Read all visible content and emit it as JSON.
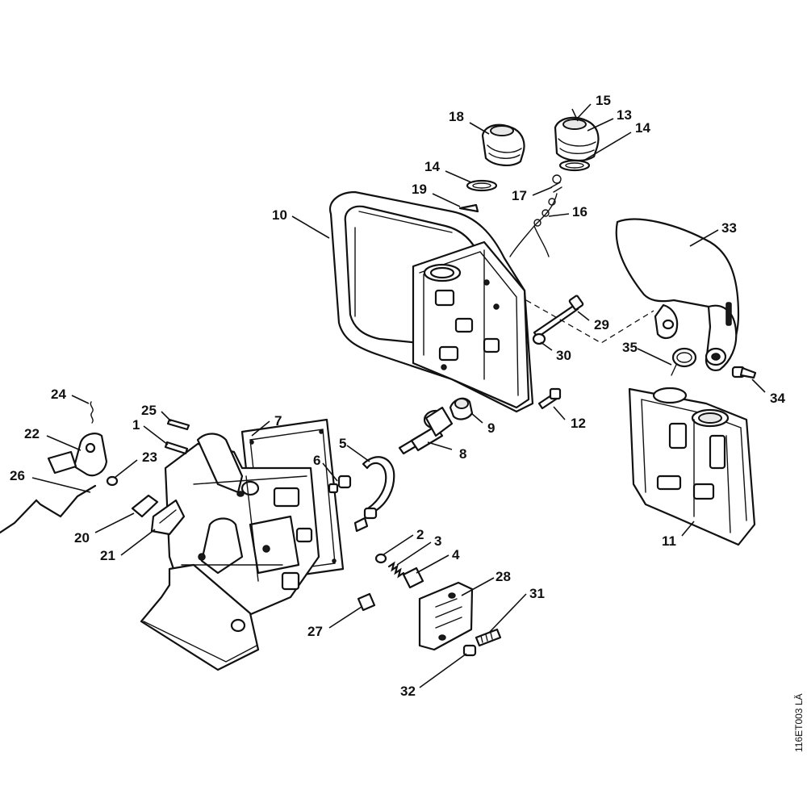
{
  "drawing_code": "116ET003 LÄ",
  "callouts": {
    "c1": "1",
    "c2": "2",
    "c3": "3",
    "c4": "4",
    "c5": "5",
    "c6": "6",
    "c7": "7",
    "c8": "8",
    "c9": "9",
    "c10": "10",
    "c11": "11",
    "c12": "12",
    "c13": "13",
    "c14a": "14",
    "c14b": "14",
    "c15": "15",
    "c16": "16",
    "c17": "17",
    "c18": "18",
    "c19": "19",
    "c20": "20",
    "c21": "21",
    "c22": "22",
    "c23": "23",
    "c24": "24",
    "c25": "25",
    "c26": "26",
    "c27": "27",
    "c28": "28",
    "c29": "29",
    "c30": "30",
    "c31": "31",
    "c32": "32",
    "c33": "33",
    "c34": "34",
    "c35": "35"
  }
}
